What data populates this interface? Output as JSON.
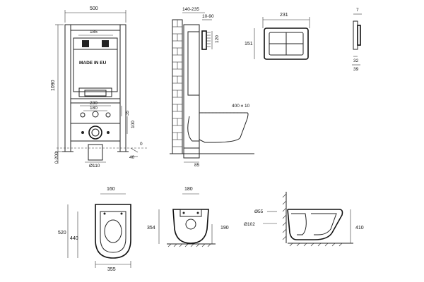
{
  "frame_front": {
    "width": "500",
    "inner": "185",
    "height": "1090",
    "label": "MADE IN EU",
    "w230": "230",
    "w180": "180",
    "d35": "35",
    "d100": "100",
    "zero": "0",
    "d40": "40",
    "range": "0-200",
    "dia": "Ø110"
  },
  "frame_side": {
    "depth": "140-235",
    "pipe": "10-90",
    "d120": "120",
    "d400": "400 ± 10",
    "d85": "85"
  },
  "flush_plate": {
    "width": "231",
    "height": "151",
    "depth": "7",
    "d32": "32",
    "d39": "39"
  },
  "bowl_top": {
    "d160": "160",
    "d520": "520",
    "d440": "440",
    "d355": "355"
  },
  "bowl_rear": {
    "d180": "180",
    "d354": "354",
    "d190": "190"
  },
  "bowl_side": {
    "d55": "Ø55",
    "d102": "Ø102",
    "d410": "410"
  }
}
